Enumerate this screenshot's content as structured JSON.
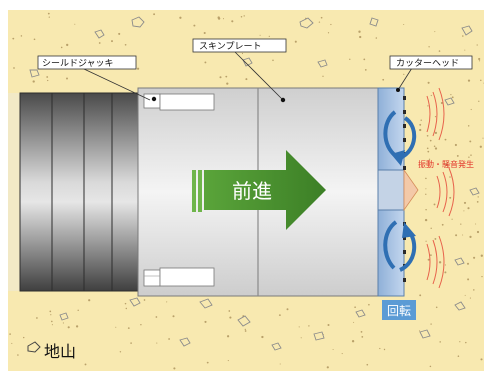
{
  "labels": {
    "shield_jack": "シールドジャッキ",
    "skin_plate": "スキンプレート",
    "cutter_head": "カッターヘッド",
    "advance": "前進",
    "vibration_noise": "振動・騒音発生",
    "rotation": "回転",
    "ground": "地山"
  },
  "colors": {
    "ground": "#f8e9b0",
    "ground_edge": "#e9cf85",
    "segment_dark": "#5a5a5a",
    "skin_plate": "#e6e6e6",
    "cutter_blue": "#a9c4e4",
    "arrow_green": "#4d9330",
    "rotation_blue": "#2f6fb3",
    "rotation_badge": "#5b9bd5",
    "vibration_red": "#e2352a",
    "cone_orange": "#f3c9a8"
  },
  "icons": {
    "rotation": "curved-arrow-icon",
    "vibration": "sound-wave-icon",
    "advance": "right-arrow-icon"
  }
}
